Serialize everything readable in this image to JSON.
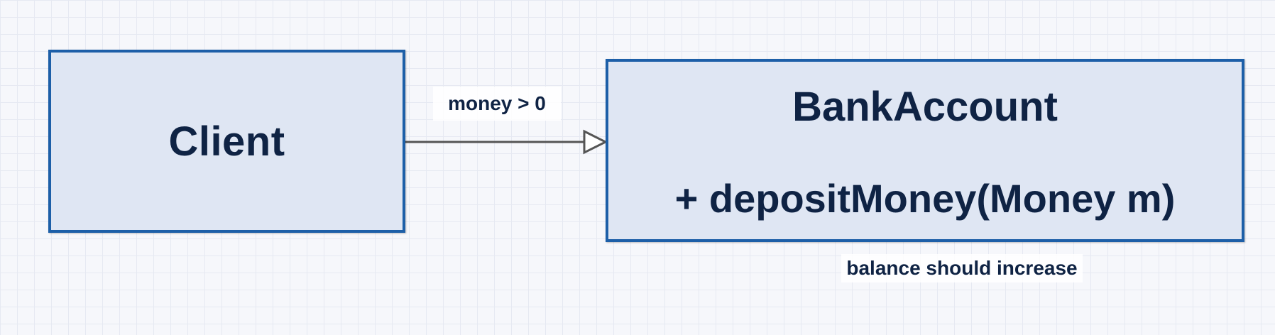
{
  "diagram": {
    "nodes": {
      "client": {
        "title": "Client"
      },
      "bank_account": {
        "title": "BankAccount",
        "method": "+ depositMoney(Money m)"
      }
    },
    "edges": [
      {
        "from": "Client",
        "to": "BankAccount",
        "label": "money > 0",
        "arrowhead": "open-triangle"
      }
    ],
    "annotations": {
      "postcondition": "balance should increase"
    },
    "colors": {
      "node_fill": "#dfe6f3",
      "node_border": "#1d5fa8",
      "text": "#0f2344",
      "edge": "#555555"
    }
  }
}
